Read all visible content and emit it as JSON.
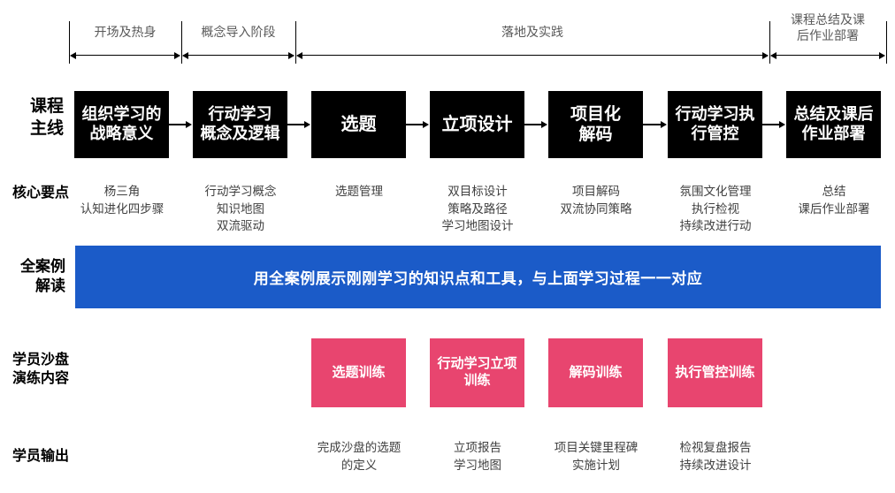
{
  "row_labels": {
    "course_mainline": "课程\n主线",
    "core_points": "核心要点",
    "full_case": "全案例\n解读",
    "sandbox": "学员沙盘\n演练内容",
    "output": "学员输出"
  },
  "phases": [
    {
      "label": "开场及热身"
    },
    {
      "label": "概念导入阶段"
    },
    {
      "label": "落地及实践"
    },
    {
      "label": "课程总结及课\n后作业部署"
    }
  ],
  "process_boxes": [
    {
      "label": "组织学习的\n战略意义",
      "font_size": 18
    },
    {
      "label": "行动学习\n概念及逻辑",
      "font_size": 18
    },
    {
      "label": "选题",
      "font_size": 20
    },
    {
      "label": "立项设计",
      "font_size": 20
    },
    {
      "label": "项目化\n解码",
      "font_size": 19
    },
    {
      "label": "行动学习执\n行管控",
      "font_size": 18
    },
    {
      "label": "总结及课后\n作业部署",
      "font_size": 18
    }
  ],
  "core_points": [
    "杨三角\n认知进化四步骤",
    "行动学习概念\n知识地图\n双流驱动",
    "选题管理",
    "双目标设计\n策略及路径\n学习地图设计",
    "项目解码\n双流协同策略",
    "氛围文化管理\n执行检视\n持续改进行动",
    "总结\n课后作业部署"
  ],
  "full_case_text": "用全案例展示刚刚学习的知识点和工具，与上面学习过程一一对应",
  "sandbox_boxes": [
    {
      "index": 2,
      "label": "选题训练"
    },
    {
      "index": 3,
      "label": "行动学习立项\n训练"
    },
    {
      "index": 4,
      "label": "解码训练"
    },
    {
      "index": 5,
      "label": "执行管控训练"
    }
  ],
  "outputs": [
    {
      "index": 2,
      "label": "完成沙盘的选题\n的定义"
    },
    {
      "index": 3,
      "label": "立项报告\n学习地图"
    },
    {
      "index": 4,
      "label": "项目关键里程碑\n实施计划"
    },
    {
      "index": 5,
      "label": "检视复盘报告\n持续改进设计"
    }
  ],
  "colors": {
    "process_box": "#000000",
    "full_case_band": "#1B5BC8",
    "sandbox_box": "#E8456F",
    "phase_label": "#595959",
    "body_text": "#404040"
  }
}
